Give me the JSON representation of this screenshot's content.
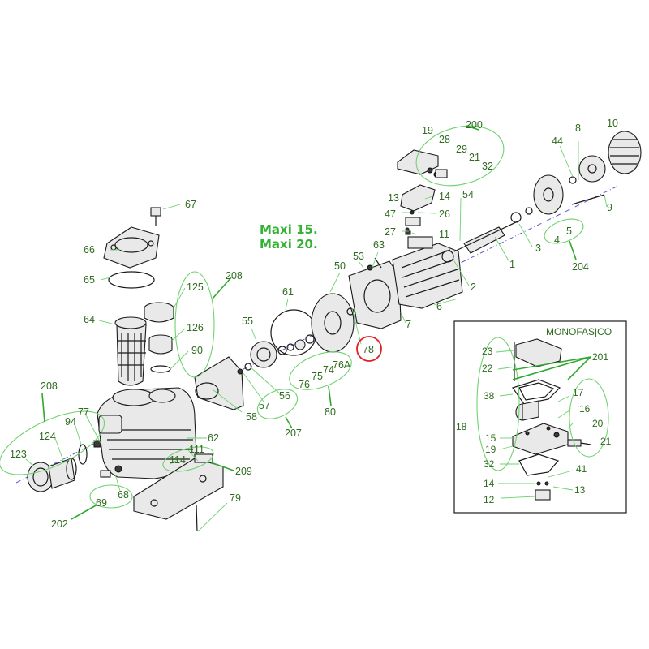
{
  "title_lines": [
    "Maxi 15.",
    "Maxi 20."
  ],
  "inset": {
    "title": "MONOFAS|CO"
  },
  "labels": {
    "l200": "200",
    "l19a": "19",
    "l28a": "28",
    "l29a": "29",
    "l21a": "21",
    "l32a": "32",
    "l13a": "13",
    "l14a": "14",
    "l47": "47",
    "l26": "26",
    "l27": "27",
    "l11": "11",
    "l54": "54",
    "l10": "10",
    "l8": "8",
    "l44": "44",
    "l9": "9",
    "l3": "3",
    "l4": "4",
    "l5": "5",
    "l204": "204",
    "l1": "1",
    "l2": "2",
    "l6": "6",
    "l7": "7",
    "l63": "63",
    "l53": "53",
    "l50": "50",
    "l67": "67",
    "l66": "66",
    "l65": "65",
    "l125": "125",
    "l208a": "208",
    "l64": "64",
    "l126": "126",
    "l90": "90",
    "l61": "61",
    "l55": "55",
    "l76a": "76A",
    "l74": "74",
    "l75": "75",
    "l76": "76",
    "l78": "78",
    "l80": "80",
    "l57": "57",
    "l56": "56",
    "l58": "58",
    "l207": "207",
    "l208b": "208",
    "l77": "77",
    "l94": "94",
    "l124": "124",
    "l123": "123",
    "l62": "62",
    "l111": "111",
    "l114": "114",
    "l209": "209",
    "l68": "68",
    "l69": "69",
    "l202": "202",
    "l79": "79"
  },
  "inset_labels": {
    "i23": "23",
    "i22": "22",
    "i201": "201",
    "i38": "38",
    "i17": "17",
    "i16": "16",
    "i18": "18",
    "i15": "15",
    "i20": "20",
    "i19": "19",
    "i21": "21",
    "i32": "32",
    "i41": "41",
    "i14": "14",
    "i13": "13",
    "i12": "12"
  },
  "colors": {
    "label": "#2e6b1e",
    "title": "#33b233",
    "group_outline": "#6fd26f",
    "highlight": "#e02020"
  }
}
